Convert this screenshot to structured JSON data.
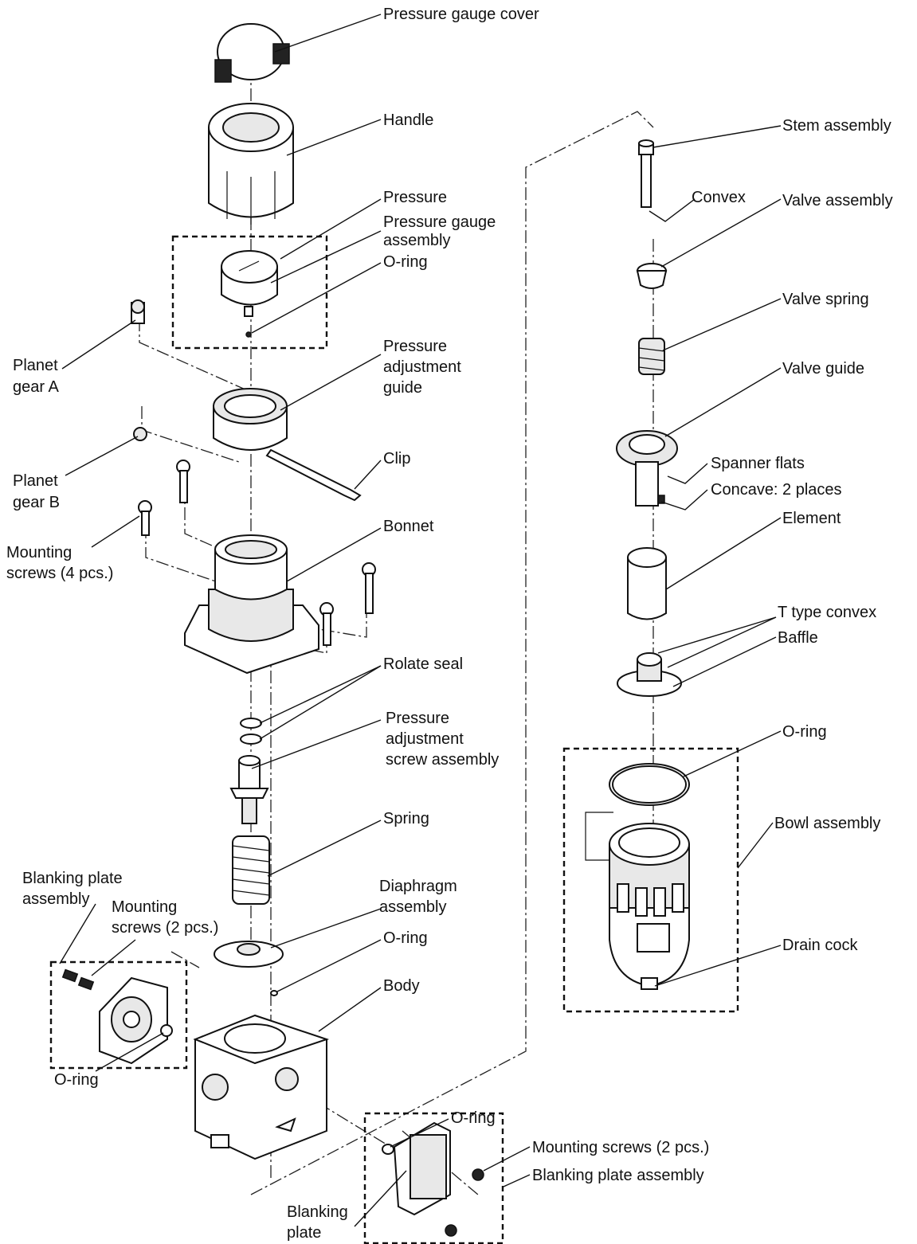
{
  "diagram": {
    "labels": {
      "pressure_gauge_cover": "Pressure gauge cover",
      "handle": "Handle",
      "pressure": "Pressure",
      "pressure_gauge_assembly_1": "Pressure gauge",
      "pressure_gauge_assembly_2": "assembly",
      "o_ring_gauge": "O-ring",
      "planet_gear_a_1": "Planet",
      "planet_gear_a_2": "gear A",
      "pressure_adjustment_guide_1": "Pressure",
      "pressure_adjustment_guide_2": "adjustment",
      "pressure_adjustment_guide_3": "guide",
      "clip": "Clip",
      "planet_gear_b_1": "Planet",
      "planet_gear_b_2": "gear B",
      "bonnet": "Bonnet",
      "mounting_screws_4_1": "Mounting",
      "mounting_screws_4_2": "screws (4 pcs.)",
      "rolate_seal": "Rolate seal",
      "pressure_adjustment_screw_1": "Pressure",
      "pressure_adjustment_screw_2": "adjustment",
      "pressure_adjustment_screw_3": "screw assembly",
      "spring": "Spring",
      "blanking_plate_assembly_left_1": "Blanking plate",
      "blanking_plate_assembly_left_2": "assembly",
      "mounting_screws_2_left_1": "Mounting",
      "mounting_screws_2_left_2": "screws (2 pcs.)",
      "diaphragm_assembly_1": "Diaphragm",
      "diaphragm_assembly_2": "assembly",
      "o_ring_diaphragm": "O-ring",
      "body": "Body",
      "o_ring_left": "O-ring",
      "o_ring_bottom": "O-ring",
      "mounting_screws_2_right": "Mounting screws (2 pcs.)",
      "blanking_plate_assembly_right": "Blanking plate assembly",
      "blanking_plate_1": "Blanking",
      "blanking_plate_2": "plate",
      "stem_assembly": "Stem assembly",
      "convex": "Convex",
      "valve_assembly": "Valve assembly",
      "valve_spring": "Valve spring",
      "valve_guide": "Valve guide",
      "spanner_flats": "Spanner flats",
      "concave_2_places": "Concave: 2 places",
      "element": "Element",
      "t_type_convex": "T type convex",
      "baffle": "Baffle",
      "o_ring_bowl": "O-ring",
      "bowl_assembly": "Bowl assembly",
      "drain_cock": "Drain cock"
    }
  }
}
